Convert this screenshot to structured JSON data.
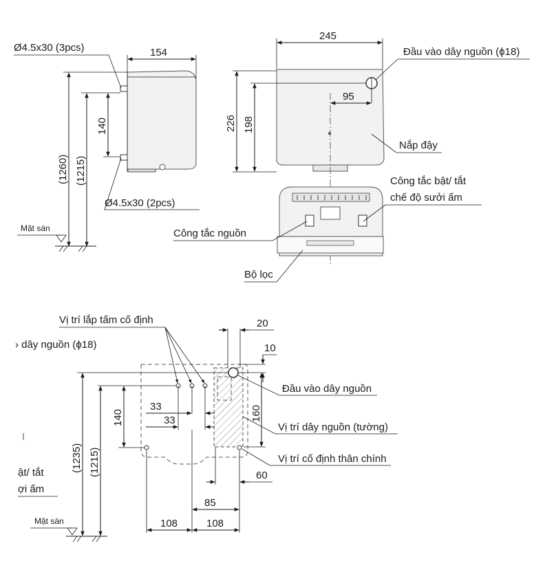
{
  "side_view": {
    "screw_top": "Ø4.5x30 (3pcs)",
    "screw_bottom": "Ø4.5x30 (2pcs)",
    "depth": "154",
    "height_1260": "(1260)",
    "height_1215": "(1215)",
    "spacing_140": "140",
    "floor": "Mặt sàn"
  },
  "front_view": {
    "width": "245",
    "offset_95": "95",
    "height_226": "226",
    "height_198": "198",
    "power_inlet": "Đầu vào dây nguồn (ϕ18)",
    "cover": "Nắp đậy",
    "heater_switch_line1": "Công tắc bật/ tắt",
    "heater_switch_line2": "chế độ sưởi ấm",
    "power_switch": "Công tắc nguồn",
    "filter": "Bộ lọc"
  },
  "mount_view": {
    "plate_position": "Vị trí lắp tấm cố định",
    "power_inlet_partial": "› dây nguồn (ϕ18)",
    "d20": "20",
    "d10": "10",
    "power_inlet": "Đầu vào dây nguồn",
    "d33a": "33",
    "d33b": "33",
    "d140": "140",
    "d160": "160",
    "wall_cable": "Vị trí dây nguồn (tường)",
    "fix_point": "Vị trí cố định thân chính",
    "d60": "60",
    "d85": "85",
    "d108a": "108",
    "d108b": "108",
    "h1235": "(1235)",
    "h1215": "(1215)",
    "partial1": "ật/ tắt",
    "partial2": "ợi ấm",
    "floor": "Mặt sàn"
  }
}
